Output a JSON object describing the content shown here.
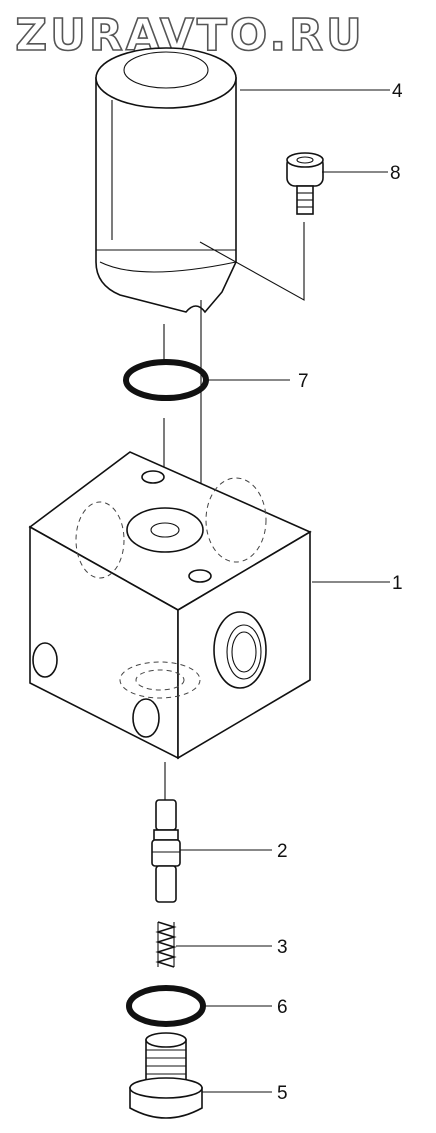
{
  "watermark": "ZURAVTO.RU",
  "callouts": [
    "1",
    "2",
    "3",
    "4",
    "5",
    "6",
    "7",
    "8"
  ],
  "colors": {
    "line": "#111111",
    "background": "#ffffff"
  }
}
